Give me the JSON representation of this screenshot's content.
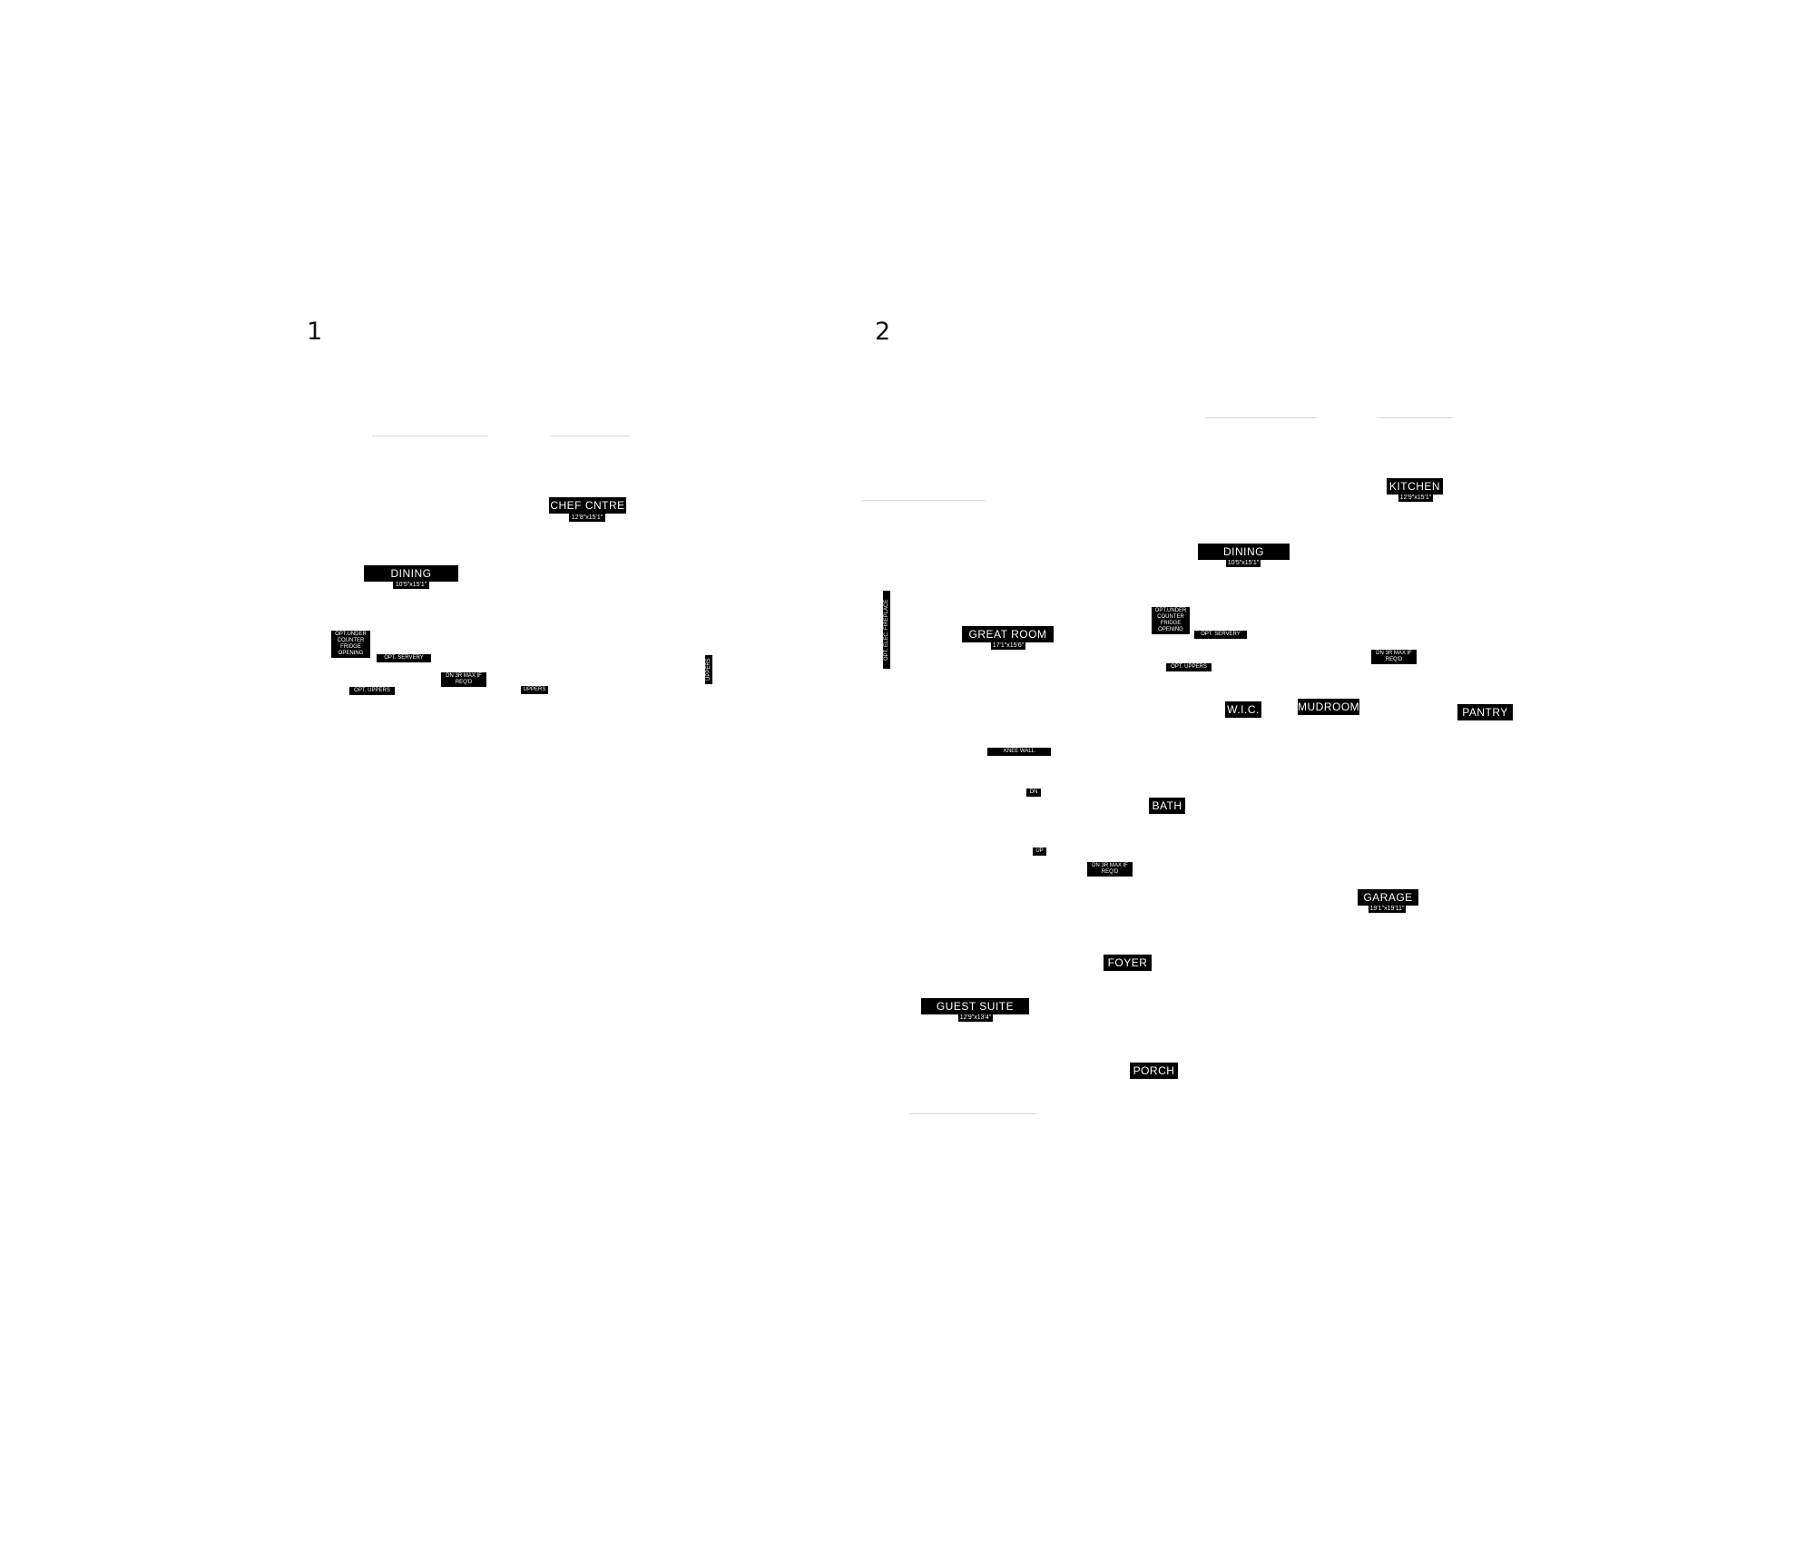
{
  "plans": [
    {
      "number": "1",
      "labels": {
        "chef_centre": "CHEF CNTRE",
        "chef_centre_dim": "12'8\"x15'1\"",
        "dining": "DINING",
        "dining_dim": "10'5\"x15'1\"",
        "fridge_opening": "OPT.UNDER COUNTER FRIDGE OPENING",
        "opt_servery": "OPT. SERVERY",
        "opt_uppers": "OPT. UPPERS",
        "dn_max": "DN 3R MAX IF REQ'D",
        "uppers": "UPPERS",
        "side_note": "UPPERS"
      }
    },
    {
      "number": "2",
      "labels": {
        "kitchen": "KITCHEN",
        "kitchen_dim": "12'9\"x15'1\"",
        "dining": "DINING",
        "dining_dim": "10'5\"x15'1\"",
        "great_room": "GREAT ROOM",
        "great_room_dim": "17'1\"x15'6\"",
        "fireplace": "OPT. ELEC. FIREPLACE",
        "fridge_opening": "OPT.UNDER COUNTER FRIDGE OPENING",
        "opt_servery": "OPT. SERVERY",
        "opt_uppers": "OPT. UPPERS",
        "dn_max_1": "DN 3R MAX IF REQ'D",
        "wic": "W.I.C.",
        "mudroom": "MUDROOM",
        "pantry": "PANTRY",
        "knee_wall": "KNEE WALL",
        "dn": "DN",
        "bath": "BATH",
        "up": "UP",
        "dn_max_2": "DN 3R MAX IF REQ'D",
        "garage": "GARAGE",
        "garage_dim": "19'1\"x19'11\"",
        "foyer": "FOYER",
        "guest_suite": "GUEST SUITE",
        "guest_suite_dim": "12'9\"x13'4\"",
        "porch": "PORCH"
      }
    }
  ]
}
